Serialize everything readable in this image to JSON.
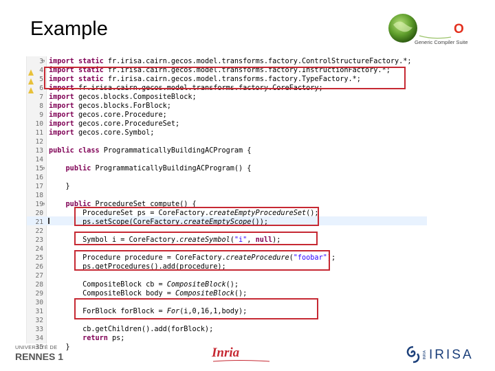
{
  "slide": {
    "title": "Example"
  },
  "logo": {
    "suite_name": "Generic Compiler Suite",
    "badge": "O"
  },
  "editor": {
    "lines": [
      {
        "n": "3",
        "fold": "⊖",
        "segs": [
          {
            "t": "import",
            "c": "kw"
          },
          {
            "t": " "
          },
          {
            "t": "static",
            "c": "kw"
          },
          {
            "t": " fr.irisa.cairn.gecos.model.transforms.factory.ControlStructureFactory.*;"
          }
        ]
      },
      {
        "n": "4",
        "segs": [
          {
            "t": "import",
            "c": "kw"
          },
          {
            "t": " "
          },
          {
            "t": "static",
            "c": "kw"
          },
          {
            "t": " fr.irisa.cairn.gecos.model.transforms.factory.InstructionFactory.*;"
          }
        ]
      },
      {
        "n": "5",
        "segs": [
          {
            "t": "import",
            "c": "kw"
          },
          {
            "t": " "
          },
          {
            "t": "static",
            "c": "kw"
          },
          {
            "t": " fr.irisa.cairn.gecos.model.transforms.factory.TypeFactory.*;"
          }
        ]
      },
      {
        "n": "6",
        "segs": [
          {
            "t": "import",
            "c": "kw"
          },
          {
            "t": " fr.irisa.cairn.gecos.model.transforms.factory.CoreFactory;"
          }
        ]
      },
      {
        "n": "7",
        "segs": [
          {
            "t": "import",
            "c": "kw"
          },
          {
            "t": " gecos.blocks.CompositeBlock;"
          }
        ]
      },
      {
        "n": "8",
        "segs": [
          {
            "t": "import",
            "c": "kw"
          },
          {
            "t": " gecos.blocks.ForBlock;"
          }
        ]
      },
      {
        "n": "9",
        "segs": [
          {
            "t": "import",
            "c": "kw"
          },
          {
            "t": " gecos.core.Procedure;"
          }
        ]
      },
      {
        "n": "10",
        "segs": [
          {
            "t": "import",
            "c": "kw"
          },
          {
            "t": " gecos.core.ProcedureSet;"
          }
        ]
      },
      {
        "n": "11",
        "segs": [
          {
            "t": "import",
            "c": "kw"
          },
          {
            "t": " gecos.core.Symbol;"
          }
        ]
      },
      {
        "n": "12",
        "segs": []
      },
      {
        "n": "13",
        "segs": [
          {
            "t": "public",
            "c": "kw"
          },
          {
            "t": " "
          },
          {
            "t": "class",
            "c": "kw"
          },
          {
            "t": " ProgrammaticallyBuildingACProgram {"
          }
        ]
      },
      {
        "n": "14",
        "segs": []
      },
      {
        "n": "15",
        "fold": "⊖",
        "segs": [
          {
            "t": "    "
          },
          {
            "t": "public",
            "c": "kw"
          },
          {
            "t": " ProgrammaticallyBuildingACProgram() {"
          }
        ]
      },
      {
        "n": "16",
        "segs": []
      },
      {
        "n": "17",
        "segs": [
          {
            "t": "    }"
          }
        ]
      },
      {
        "n": "18",
        "segs": []
      },
      {
        "n": "19",
        "fold": "⊖",
        "segs": [
          {
            "t": "    "
          },
          {
            "t": "public",
            "c": "kw"
          },
          {
            "t": " ProcedureSet compute() {"
          }
        ]
      },
      {
        "n": "20",
        "segs": [
          {
            "t": "        ProcedureSet ps = CoreFactory."
          },
          {
            "t": "createEmptyProcedureSet",
            "c": "it"
          },
          {
            "t": "();"
          }
        ]
      },
      {
        "n": "21",
        "segs": [
          {
            "t": "        ps.setScope(CoreFactory."
          },
          {
            "t": "createEmptyScope",
            "c": "it"
          },
          {
            "t": "());"
          }
        ]
      },
      {
        "n": "22",
        "segs": []
      },
      {
        "n": "23",
        "segs": [
          {
            "t": "        Symbol i = CoreFactory."
          },
          {
            "t": "createSymbol",
            "c": "it"
          },
          {
            "t": "("
          },
          {
            "t": "\"i\"",
            "c": "str"
          },
          {
            "t": ", "
          },
          {
            "t": "null",
            "c": "kw"
          },
          {
            "t": ");"
          }
        ]
      },
      {
        "n": "24",
        "segs": []
      },
      {
        "n": "25",
        "segs": [
          {
            "t": "        Procedure procedure = CoreFactory."
          },
          {
            "t": "createProcedure",
            "c": "it"
          },
          {
            "t": "("
          },
          {
            "t": "\"foobar\"",
            "c": "str"
          },
          {
            "t": ");"
          }
        ]
      },
      {
        "n": "26",
        "segs": [
          {
            "t": "        ps.getProcedures().add(procedure);"
          }
        ]
      },
      {
        "n": "27",
        "segs": []
      },
      {
        "n": "28",
        "segs": [
          {
            "t": "        CompositeBlock cb = "
          },
          {
            "t": "CompositeBlock",
            "c": "it"
          },
          {
            "t": "();"
          }
        ]
      },
      {
        "n": "29",
        "segs": [
          {
            "t": "        CompositeBlock body = "
          },
          {
            "t": "CompositeBlock",
            "c": "it"
          },
          {
            "t": "();"
          }
        ]
      },
      {
        "n": "30",
        "segs": []
      },
      {
        "n": "31",
        "segs": [
          {
            "t": "        ForBlock forBlock = "
          },
          {
            "t": "For",
            "c": "it"
          },
          {
            "t": "(i,0,16,1,body);"
          }
        ]
      },
      {
        "n": "32",
        "segs": []
      },
      {
        "n": "33",
        "segs": [
          {
            "t": "        cb.getChildren().add(forBlock);"
          }
        ]
      },
      {
        "n": "34",
        "segs": [
          {
            "t": "        "
          },
          {
            "t": "return",
            "c": "kw"
          },
          {
            "t": " ps;"
          }
        ]
      },
      {
        "n": "35",
        "segs": [
          {
            "t": "    }"
          }
        ]
      }
    ]
  },
  "footer": {
    "left_logo_top": "UNIVERSITÉ DE",
    "left_logo_main": "RENNES 1",
    "center_logo": "Inria",
    "right_logo_small": "INRIA",
    "right_logo_main": "IRISA"
  },
  "colors": {
    "highlight_box": "#c62832",
    "keyword": "#7f0055",
    "string": "#2a00ff"
  }
}
